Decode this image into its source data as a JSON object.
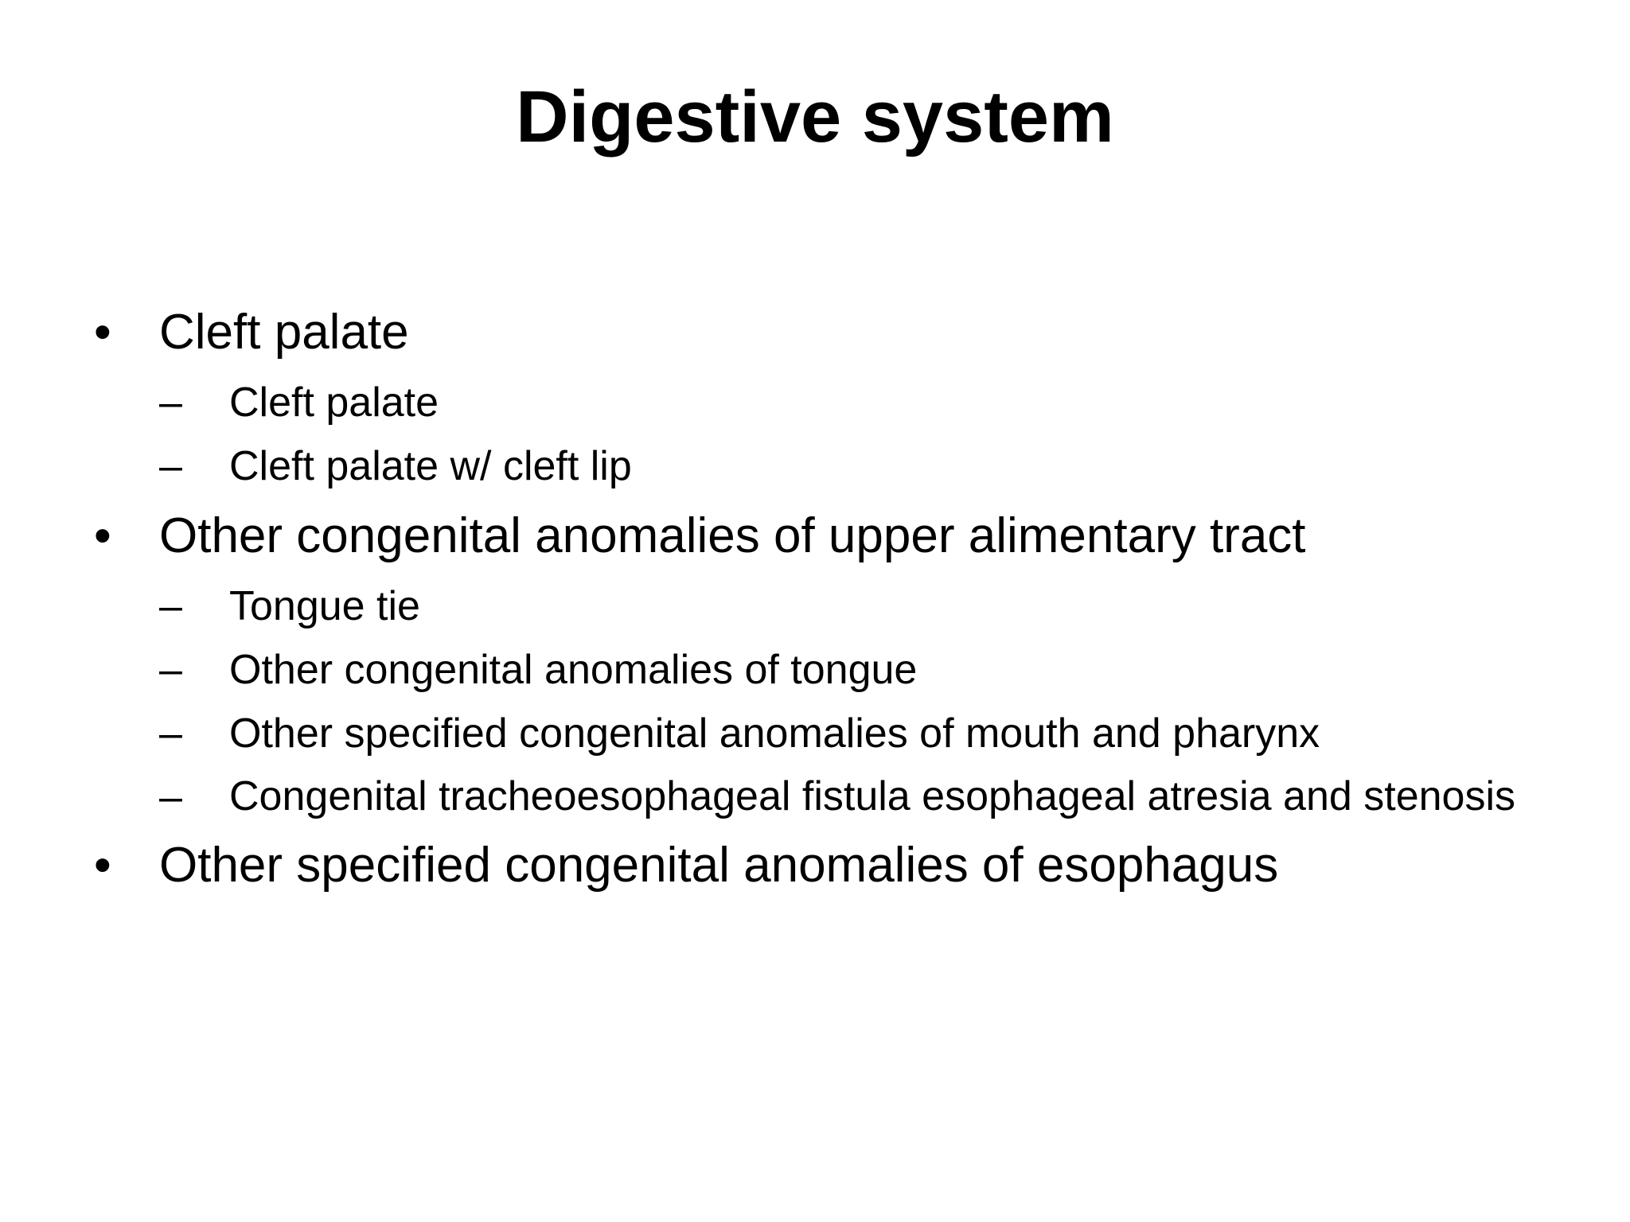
{
  "slide": {
    "title": "Digestive system",
    "bullet_marker": "•",
    "sub_marker": "–",
    "items": [
      {
        "text": "Cleft palate",
        "subitems": [
          "Cleft palate",
          "Cleft palate w/ cleft lip"
        ]
      },
      {
        "text": "Other congenital anomalies of upper alimentary tract",
        "subitems": [
          "Tongue tie",
          "Other congenital anomalies of tongue",
          "Other specified congenital anomalies of mouth and pharynx",
          "Congenital tracheoesophageal fistula esophageal atresia and stenosis"
        ]
      },
      {
        "text": "Other specified congenital anomalies of esophagus",
        "subitems": []
      }
    ]
  }
}
